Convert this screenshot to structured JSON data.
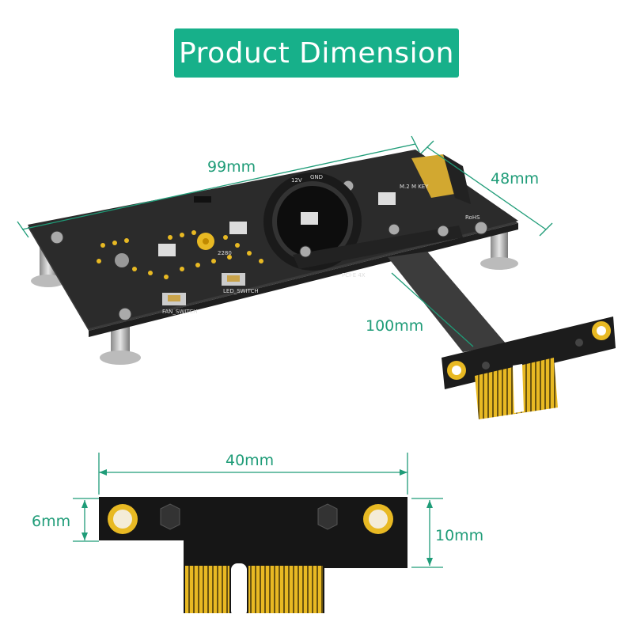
{
  "header": {
    "title": "Product Dimension"
  },
  "dimensions": {
    "board_length": "99mm",
    "board_width": "48mm",
    "cable_length": "100mm",
    "bracket_width": "40mm",
    "bracket_height_left": "6mm",
    "bracket_height_right": "10mm"
  },
  "board_labels": {
    "fan_switch": "FAN_SWITCH",
    "led_switch": "LED_SWITCH",
    "pcie": "PCI-E  4X",
    "m2": "M.2 M KEY",
    "v12": "12V",
    "gnd": "GND",
    "size": "2280",
    "rohs": "RoHS"
  },
  "colors": {
    "accent": "#17b08a",
    "dimension_line": "#1f9c78",
    "pcb": "#2b2b2b",
    "gold": "#e8b923"
  }
}
